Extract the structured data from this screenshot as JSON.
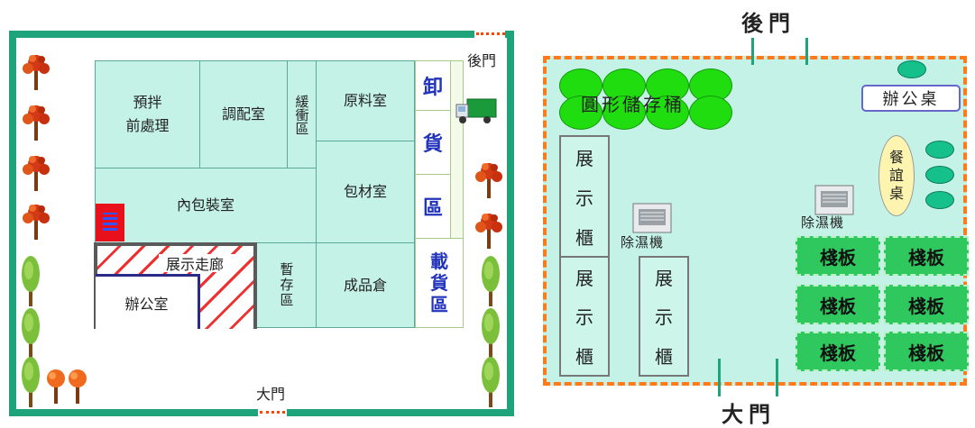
{
  "left_plan": {
    "rooms": {
      "pre_mix": "預拌\n前處理",
      "blending": "調配室",
      "buffer": "緩衝區",
      "raw_material": "原料室",
      "inner_packaging": "內包裝室",
      "packaging_material": "包材室",
      "exhibition_corridor": "展示走廊",
      "office": "辦公室",
      "temp_storage": "暫存區",
      "finished_goods": "成品倉"
    },
    "unloading_chars": [
      "卸",
      "貨",
      "區"
    ],
    "loading_chars": [
      "載",
      "貨",
      "區"
    ],
    "back_door": "後門",
    "main_door": "大門"
  },
  "right_plan": {
    "back_door": "後門",
    "main_door": "大門",
    "storage_tanks": "圓形儲存桶",
    "office_desk": "辦公桌",
    "dining_table": "餐\n誼\n桌",
    "cabinet_chars": [
      "展",
      "示",
      "櫃"
    ],
    "dehumidifier": "除濕機",
    "pallet": "棧板"
  },
  "colors": {
    "wall": "#1fa37a",
    "room_fill": "#c5f2e6",
    "zone_text": "#2233bb",
    "boundary": "#ff7a1a",
    "tank": "#20dd10",
    "pallet": "#2ec85e"
  }
}
